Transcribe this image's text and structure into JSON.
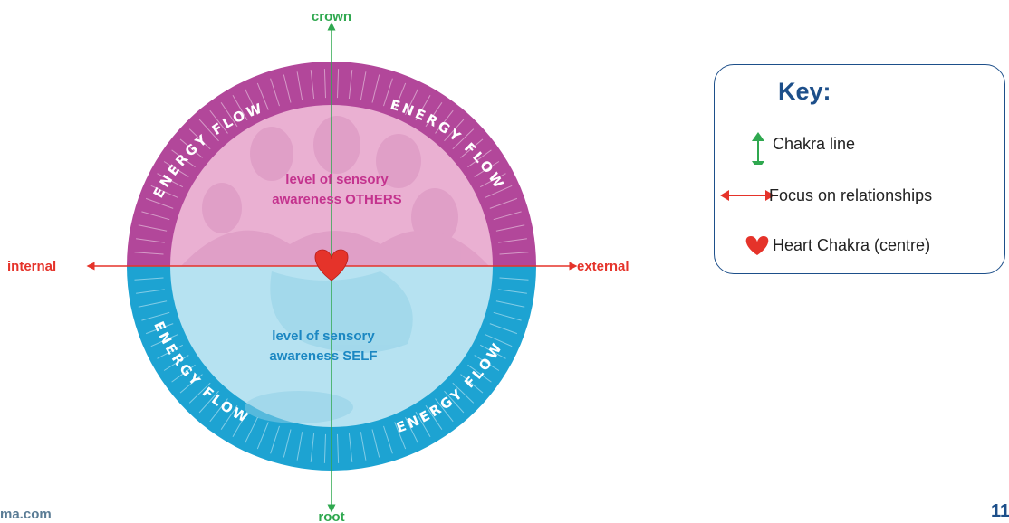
{
  "axes": {
    "top": "crown",
    "bottom": "root",
    "left": "internal",
    "right": "external"
  },
  "circle": {
    "upper_text_line1": "level of sensory",
    "upper_text_line2": "awareness OTHERS",
    "lower_text_line1": "level of sensory",
    "lower_text_line2": "awareness SELF",
    "ring_label": "ENERGY FLOW"
  },
  "key": {
    "title": "Key:",
    "items": [
      {
        "icon": "green-vertical-double-arrow-icon",
        "label": "Chakra line"
      },
      {
        "icon": "red-horizontal-double-arrow-icon",
        "label": "Focus on relationships"
      },
      {
        "icon": "heart-icon",
        "label": "Heart Chakra (centre)"
      }
    ]
  },
  "footer": {
    "left_text": "ma.com",
    "page_number": "11"
  },
  "colors": {
    "magenta_ring": "#b2479a",
    "pink_fill": "#eab0d2",
    "blue_ring": "#1da3d2",
    "light_blue_fill": "#b6e2f1",
    "green_line": "#2fa84f",
    "red_line": "#e5332a",
    "key_border": "#1d4f8a",
    "magenta_text": "#c4338e",
    "blue_text": "#1b87c2"
  }
}
